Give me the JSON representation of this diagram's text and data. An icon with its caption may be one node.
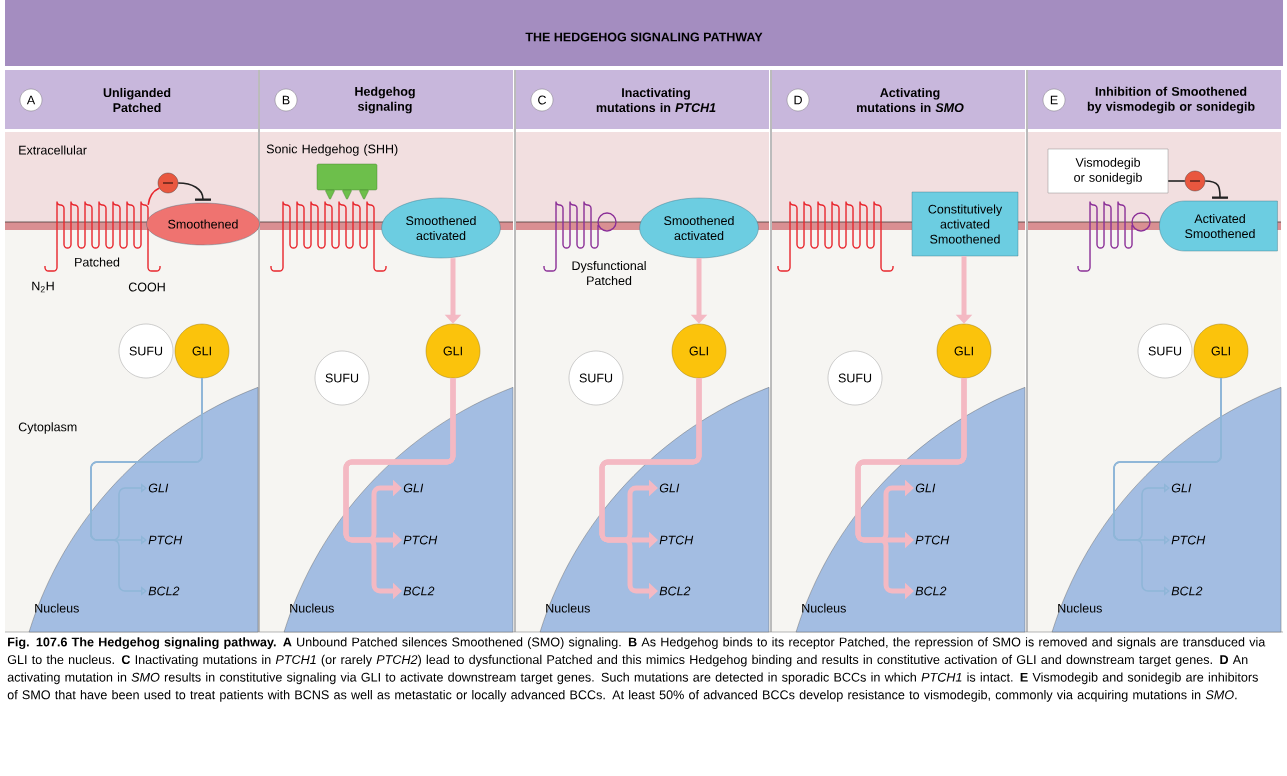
{
  "diagram": {
    "title": "THE HEDGEHOG SIGNALING PATHWAY",
    "caption": "**Fig. 107.6 The Hedgehog signaling pathway.** **A** Unbound Patched silences Smoothened (SMO) signaling. **B** As Hedgehog binds to its receptor Patched, the repression of SMO is removed and signals are transduced via GLI to the nucleus. **C** Inactivating mutations in *PTCH1* (or rarely *PTCH2*) lead to dysfunctional Patched and this mimics Hedgehog binding and results in constitutive activation of GLI and downstream target genes. **D** An activating mutation in *SMO* results in constitutive signaling via GLI to activate downstream target genes. Such mutations are detected in sporadic BCCs in which *PTCH1* is intact. **E** Vismodegib and sonidegib are inhibitors of SMO that have been used to treat patients with BCNS as well as metastatic or locally advanced BCCs. At least 50% of advanced BCCs develop resistance to vismodegib, commonly via acquiring mutations in *SMO*.",
    "nodes": [
      {
        "text": [
          "Unliganded Patched"
        ]
      },
      {
        "text": [
          "A"
        ],
        "in": 0
      },
      {
        "text": [
          "Patched",
          "N$_{2}$H",
          "COOH"
        ]
      },
      {
        "text": [],
        "shape": "circle"
      },
      {
        "text": [
          "Smoothened"
        ]
      },
      {
        "text": [
          "SUFU"
        ]
      },
      {
        "text": [
          "GLI"
        ]
      },
      {
        "text": [
          "Nucleus"
        ]
      },
      {
        "text": [
          "GLI"
        ],
        "in": 7
      },
      {
        "text": [
          "PTCH"
        ],
        "in": 7
      },
      {
        "text": [
          "BCL2"
        ],
        "in": 7
      },
      {
        "text": [
          "Hedgehog signaling"
        ]
      },
      {
        "text": [
          "B"
        ],
        "in": 11
      },
      {
        "text": [],
        "shape": "box",
        "beside": [
          "Sonic Hedgehog (SHH)"
        ]
      },
      {
        "text": [],
        "shape": "picture"
      },
      {
        "text": [
          "Smoothened activated"
        ]
      },
      {
        "text": [
          "SUFU"
        ]
      },
      {
        "text": [
          "GLI"
        ]
      },
      {
        "text": [
          "Nucleus"
        ]
      },
      {
        "text": [
          "GLI"
        ],
        "in": 18
      },
      {
        "text": [
          "PTCH"
        ],
        "in": 18
      },
      {
        "text": [
          "BCL2"
        ],
        "in": 18
      },
      {
        "text": [
          "Inactivating mutations in *PTCH1*"
        ]
      },
      {
        "text": [
          "C"
        ],
        "in": 22
      },
      {
        "text": [
          "Dysfunctional Patched"
        ]
      },
      {
        "text": [
          "Smoothened activated"
        ]
      },
      {
        "text": [
          "SUFU"
        ]
      },
      {
        "text": [
          "GLI"
        ]
      },
      {
        "text": [
          "Nucleus"
        ]
      },
      {
        "text": [
          "GLI"
        ],
        "in": 28
      },
      {
        "text": [
          "PTCH"
        ],
        "in": 28
      },
      {
        "text": [
          "BCL2"
        ],
        "in": 28
      },
      {
        "text": [
          "Activating mutations in *SMO*"
        ]
      },
      {
        "text": [
          "D"
        ],
        "in": 32
      },
      {
        "text": [],
        "shape": "picture"
      },
      {
        "text": [
          "Constitutively activated Smoothened"
        ]
      },
      {
        "text": [
          "SUFU"
        ]
      },
      {
        "text": [
          "GLI"
        ]
      },
      {
        "text": [
          "Nucleus"
        ]
      },
      {
        "text": [
          "GLI"
        ],
        "in": 38
      },
      {
        "text": [
          "PTCH"
        ],
        "in": 38
      },
      {
        "text": [
          "BCL2"
        ],
        "in": 38
      },
      {
        "text": [
          "Inhibition of Smoothened by vismodegib or sonidegib"
        ]
      },
      {
        "text": [
          "E"
        ],
        "in": 42
      },
      {
        "text": [
          "Vismodegib or sonidegib"
        ]
      },
      {
        "text": [],
        "shape": "circle"
      },
      {
        "text": [],
        "shape": "picture"
      },
      {
        "text": [
          "Activated Smoothened"
        ]
      },
      {
        "text": [
          "SUFU"
        ]
      },
      {
        "text": [
          "GLI"
        ]
      },
      {
        "text": [
          "Nucleus"
        ]
      },
      {
        "text": [
          "GLI"
        ],
        "in": 50
      },
      {
        "text": [
          "PTCH"
        ],
        "in": 50
      },
      {
        "text": [
          "BCL2"
        ],
        "in": 50
      }
    ],
    "edges": [
      {
        "from": 2,
        "to": 3,
        "arrow": "none",
        "color": "#e8262d"
      },
      {
        "from": 3,
        "to": 4,
        "arrow": "other",
        "color": "#222222"
      },
      {
        "from": 6,
        "to": 8,
        "arrow": "to",
        "color": "#8fb6d8"
      },
      {
        "from": 6,
        "to": 9,
        "arrow": "to",
        "color": "#8fb6d8"
      },
      {
        "from": 6,
        "to": 10,
        "arrow": "to",
        "color": "#8fb6d8"
      },
      {
        "from": 15,
        "to": 17,
        "arrow": "to"
      },
      {
        "from": 17,
        "to": 19,
        "arrow": "to"
      },
      {
        "from": 17,
        "to": 20,
        "arrow": "to"
      },
      {
        "from": 17,
        "to": 21,
        "arrow": "to"
      },
      {
        "from": 25,
        "to": 27,
        "arrow": "to"
      },
      {
        "from": 27,
        "to": 29,
        "arrow": "to"
      },
      {
        "from": 27,
        "to": 30,
        "arrow": "to"
      },
      {
        "from": 27,
        "to": 31,
        "arrow": "to"
      },
      {
        "from": 35,
        "to": 37,
        "arrow": "to"
      },
      {
        "from": 37,
        "to": 39,
        "arrow": "to"
      },
      {
        "from": 37,
        "to": 40,
        "arrow": "to"
      },
      {
        "from": 37,
        "to": 41,
        "arrow": "to"
      },
      {
        "from": 44,
        "to": 45,
        "arrow": "none",
        "color": "#222222"
      },
      {
        "from": 45,
        "to": 47,
        "arrow": "other",
        "color": "#222222"
      },
      {
        "from": 49,
        "to": 51,
        "arrow": "to",
        "color": "#8fb6d8"
      },
      {
        "from": 49,
        "to": 52,
        "arrow": "to",
        "color": "#8fb6d8"
      },
      {
        "from": 49,
        "to": 53,
        "arrow": "to",
        "color": "#8fb6d8"
      }
    ],
    "labels": [
      "Extracellular",
      "Cytoplasm"
    ]
  }
}
